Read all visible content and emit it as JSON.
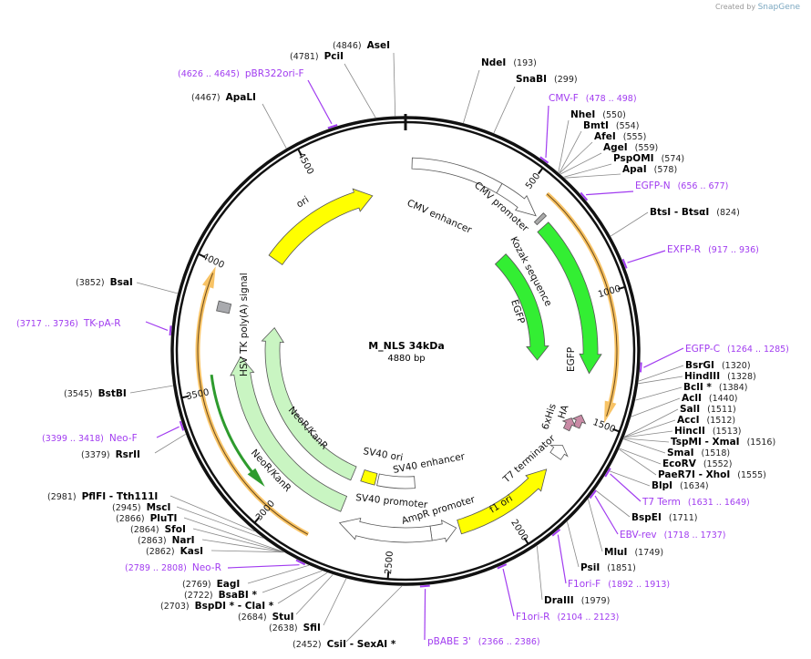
{
  "credit": {
    "prefix": "Created by",
    "brand": "SnapGene"
  },
  "map": {
    "name": "M_NLS 34kDa",
    "length": "4880 bp",
    "total_bp": 4880
  },
  "colors": {
    "ring": "#111111",
    "primer": "#a13cf0",
    "egfp": "#33ee33",
    "neo": "#c9f5c2",
    "ori": "#ffff00",
    "orange_orf": "#f7b84a",
    "tag": "#c98aa5"
  },
  "ticks": [
    "500",
    "1000",
    "1500",
    "2000",
    "2500",
    "3000",
    "3500",
    "4000",
    "4500"
  ],
  "features": {
    "cmv_enhancer": "CMV enhancer",
    "cmv_promoter": "CMV promoter",
    "kozak": "Kozak sequence",
    "egfp_inner": "EGFP",
    "egfp_outer": "EGFP",
    "his": "6xHis",
    "ha": "HA",
    "t7_terminator": "T7 terminator",
    "f1_ori": "f1 ori",
    "ampr_promoter": "AmpR promoter",
    "sv40_promoter": "SV40 promoter",
    "sv40_ori": "SV40 ori",
    "sv40_enhancer": "SV40 enhancer",
    "neor_outer": "NeoR/KanR",
    "neor_inner": "NeoR/KanR",
    "hsv_tk": "HSV TK poly(A) signal",
    "ori": "ori"
  },
  "sites": [
    {
      "name": "AseI",
      "pos": "(4846)",
      "kind": "enzyme"
    },
    {
      "name": "PciI",
      "pos": "(4781)",
      "kind": "enzyme"
    },
    {
      "name": "pBR322ori-F",
      "pos": "(4626 .. 4645)",
      "kind": "primer"
    },
    {
      "name": "ApaLI",
      "pos": "(4467)",
      "kind": "enzyme"
    },
    {
      "name": "NdeI",
      "pos": "(193)",
      "kind": "enzyme"
    },
    {
      "name": "SnaBI",
      "pos": "(299)",
      "kind": "enzyme"
    },
    {
      "name": "CMV-F",
      "pos": "(478 .. 498)",
      "kind": "primer"
    },
    {
      "name": "NheI",
      "pos": "(550)",
      "kind": "enzyme"
    },
    {
      "name": "BmtI",
      "pos": "(554)",
      "kind": "enzyme"
    },
    {
      "name": "AfeI",
      "pos": "(555)",
      "kind": "enzyme"
    },
    {
      "name": "AgeI",
      "pos": "(559)",
      "kind": "enzyme"
    },
    {
      "name": "PspOMI",
      "pos": "(574)",
      "kind": "enzyme"
    },
    {
      "name": "ApaI",
      "pos": "(578)",
      "kind": "enzyme"
    },
    {
      "name": "EGFP-N",
      "pos": "(656 .. 677)",
      "kind": "primer"
    },
    {
      "name": "BtsI  - BtsαI",
      "pos": "(824)",
      "kind": "enzyme"
    },
    {
      "name": "EXFP-R",
      "pos": "(917 .. 936)",
      "kind": "primer"
    },
    {
      "name": "EGFP-C",
      "pos": "(1264 .. 1285)",
      "kind": "primer"
    },
    {
      "name": "BsrGI",
      "pos": "(1320)",
      "kind": "enzyme"
    },
    {
      "name": "HindIII",
      "pos": "(1328)",
      "kind": "enzyme"
    },
    {
      "name": "BclI *",
      "pos": "(1384)",
      "kind": "enzyme"
    },
    {
      "name": "AclI",
      "pos": "(1440)",
      "kind": "enzyme"
    },
    {
      "name": "SalI",
      "pos": "(1511)",
      "kind": "enzyme"
    },
    {
      "name": "AccI",
      "pos": "(1512)",
      "kind": "enzyme"
    },
    {
      "name": "HincII",
      "pos": "(1513)",
      "kind": "enzyme"
    },
    {
      "name": "TspMI  - XmaI",
      "pos": "(1516)",
      "kind": "enzyme"
    },
    {
      "name": "SmaI",
      "pos": "(1518)",
      "kind": "enzyme"
    },
    {
      "name": "EcoRV",
      "pos": "(1552)",
      "kind": "enzyme"
    },
    {
      "name": "PaeR7I  - XhoI",
      "pos": "(1555)",
      "kind": "enzyme"
    },
    {
      "name": "BlpI",
      "pos": "(1634)",
      "kind": "enzyme"
    },
    {
      "name": "T7 Term",
      "pos": "(1631 .. 1649)",
      "kind": "primer"
    },
    {
      "name": "BspEI",
      "pos": "(1711)",
      "kind": "enzyme"
    },
    {
      "name": "EBV-rev",
      "pos": "(1718 .. 1737)",
      "kind": "primer"
    },
    {
      "name": "MluI",
      "pos": "(1749)",
      "kind": "enzyme"
    },
    {
      "name": "PsiI",
      "pos": "(1851)",
      "kind": "enzyme"
    },
    {
      "name": "F1ori-F",
      "pos": "(1892 .. 1913)",
      "kind": "primer"
    },
    {
      "name": "DraIII",
      "pos": "(1979)",
      "kind": "enzyme"
    },
    {
      "name": "F1ori-R",
      "pos": "(2104 .. 2123)",
      "kind": "primer"
    },
    {
      "name": "pBABE 3'",
      "pos": "(2366 .. 2386)",
      "kind": "primer"
    },
    {
      "name": "CsiI  - SexAI *",
      "pos": "(2452)",
      "kind": "enzyme"
    },
    {
      "name": "SfiI",
      "pos": "(2638)",
      "kind": "enzyme"
    },
    {
      "name": "StuI",
      "pos": "(2684)",
      "kind": "enzyme"
    },
    {
      "name": "BspDI *  - ClaI *",
      "pos": "(2703)",
      "kind": "enzyme"
    },
    {
      "name": "BsaBI *",
      "pos": "(2722)",
      "kind": "enzyme"
    },
    {
      "name": "EagI",
      "pos": "(2769)",
      "kind": "enzyme"
    },
    {
      "name": "Neo-R",
      "pos": "(2789 .. 2808)",
      "kind": "primer"
    },
    {
      "name": "KasI",
      "pos": "(2862)",
      "kind": "enzyme"
    },
    {
      "name": "NarI",
      "pos": "(2863)",
      "kind": "enzyme"
    },
    {
      "name": "SfoI",
      "pos": "(2864)",
      "kind": "enzyme"
    },
    {
      "name": "PluTI",
      "pos": "(2866)",
      "kind": "enzyme"
    },
    {
      "name": "MscI",
      "pos": "(2945)",
      "kind": "enzyme"
    },
    {
      "name": "PflFI  - Tth111I",
      "pos": "(2981)",
      "kind": "enzyme"
    },
    {
      "name": "RsrII",
      "pos": "(3379)",
      "kind": "enzyme"
    },
    {
      "name": "Neo-F",
      "pos": "(3399 .. 3418)",
      "kind": "primer"
    },
    {
      "name": "BstBI",
      "pos": "(3545)",
      "kind": "enzyme"
    },
    {
      "name": "TK-pA-R",
      "pos": "(3717 .. 3736)",
      "kind": "primer"
    },
    {
      "name": "BsaI",
      "pos": "(3852)",
      "kind": "enzyme"
    }
  ]
}
